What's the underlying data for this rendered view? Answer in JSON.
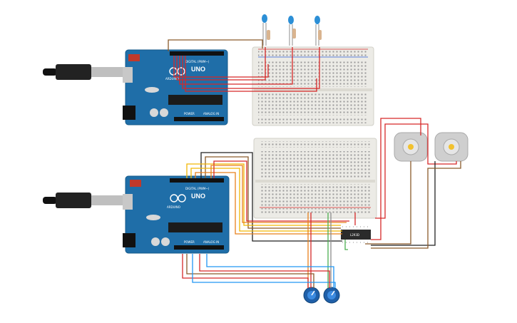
{
  "arduino_top": {
    "model": "UNO",
    "brand": "ARDUINO",
    "digital_header": "DIGITAL (PWM~)",
    "power_label": "POWER",
    "analog_label": "ANALOG IN"
  },
  "arduino_bottom": {
    "model": "UNO",
    "brand": "ARDUINO",
    "digital_header": "DIGITAL (PWM~)",
    "power_label": "POWER",
    "analog_label": "ANALOG IN"
  },
  "driver_ic": {
    "label": "L293D"
  },
  "leds": [
    {
      "color": "#2c8fd6"
    },
    {
      "color": "#2c8fd6"
    },
    {
      "color": "#2c8fd6"
    }
  ],
  "motors": [
    {
      "name": "dc-motor-1"
    },
    {
      "name": "dc-motor-2"
    }
  ],
  "potentiometers": [
    {
      "name": "pot-1"
    },
    {
      "name": "pot-2"
    }
  ],
  "colors": {
    "board": "#1f6ea8",
    "breadboard": "#ecebe6",
    "wire_red": "#d62828",
    "wire_yellow": "#f2b705",
    "wire_orange": "#e8811c",
    "wire_brown": "#8a5a2b",
    "wire_black": "#222222",
    "wire_blue": "#2196f3",
    "wire_green": "#4caf50",
    "wire_gray": "#8c8c8c"
  }
}
